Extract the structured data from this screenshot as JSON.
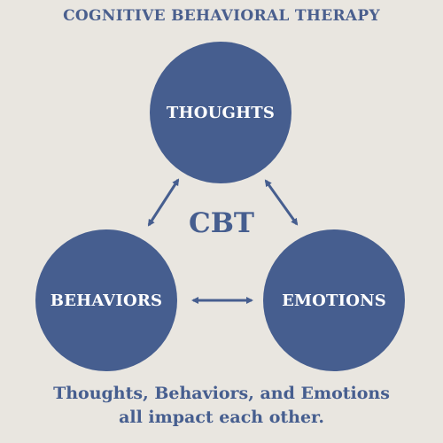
{
  "title": "COGNITIVE BEHAVIORAL THERAPY",
  "center_label": "CBT",
  "nodes": {
    "thoughts": "THOUGHTS",
    "behaviors": "BEHAVIORS",
    "emotions": "EMOTIONS"
  },
  "caption": {
    "line1": "Thoughts, Behaviors, and Emotions",
    "line2": "all impact each other."
  },
  "colors": {
    "background": "#e9e6e0",
    "circle": "#465e8f",
    "text_accent": "#4a5f8e"
  }
}
